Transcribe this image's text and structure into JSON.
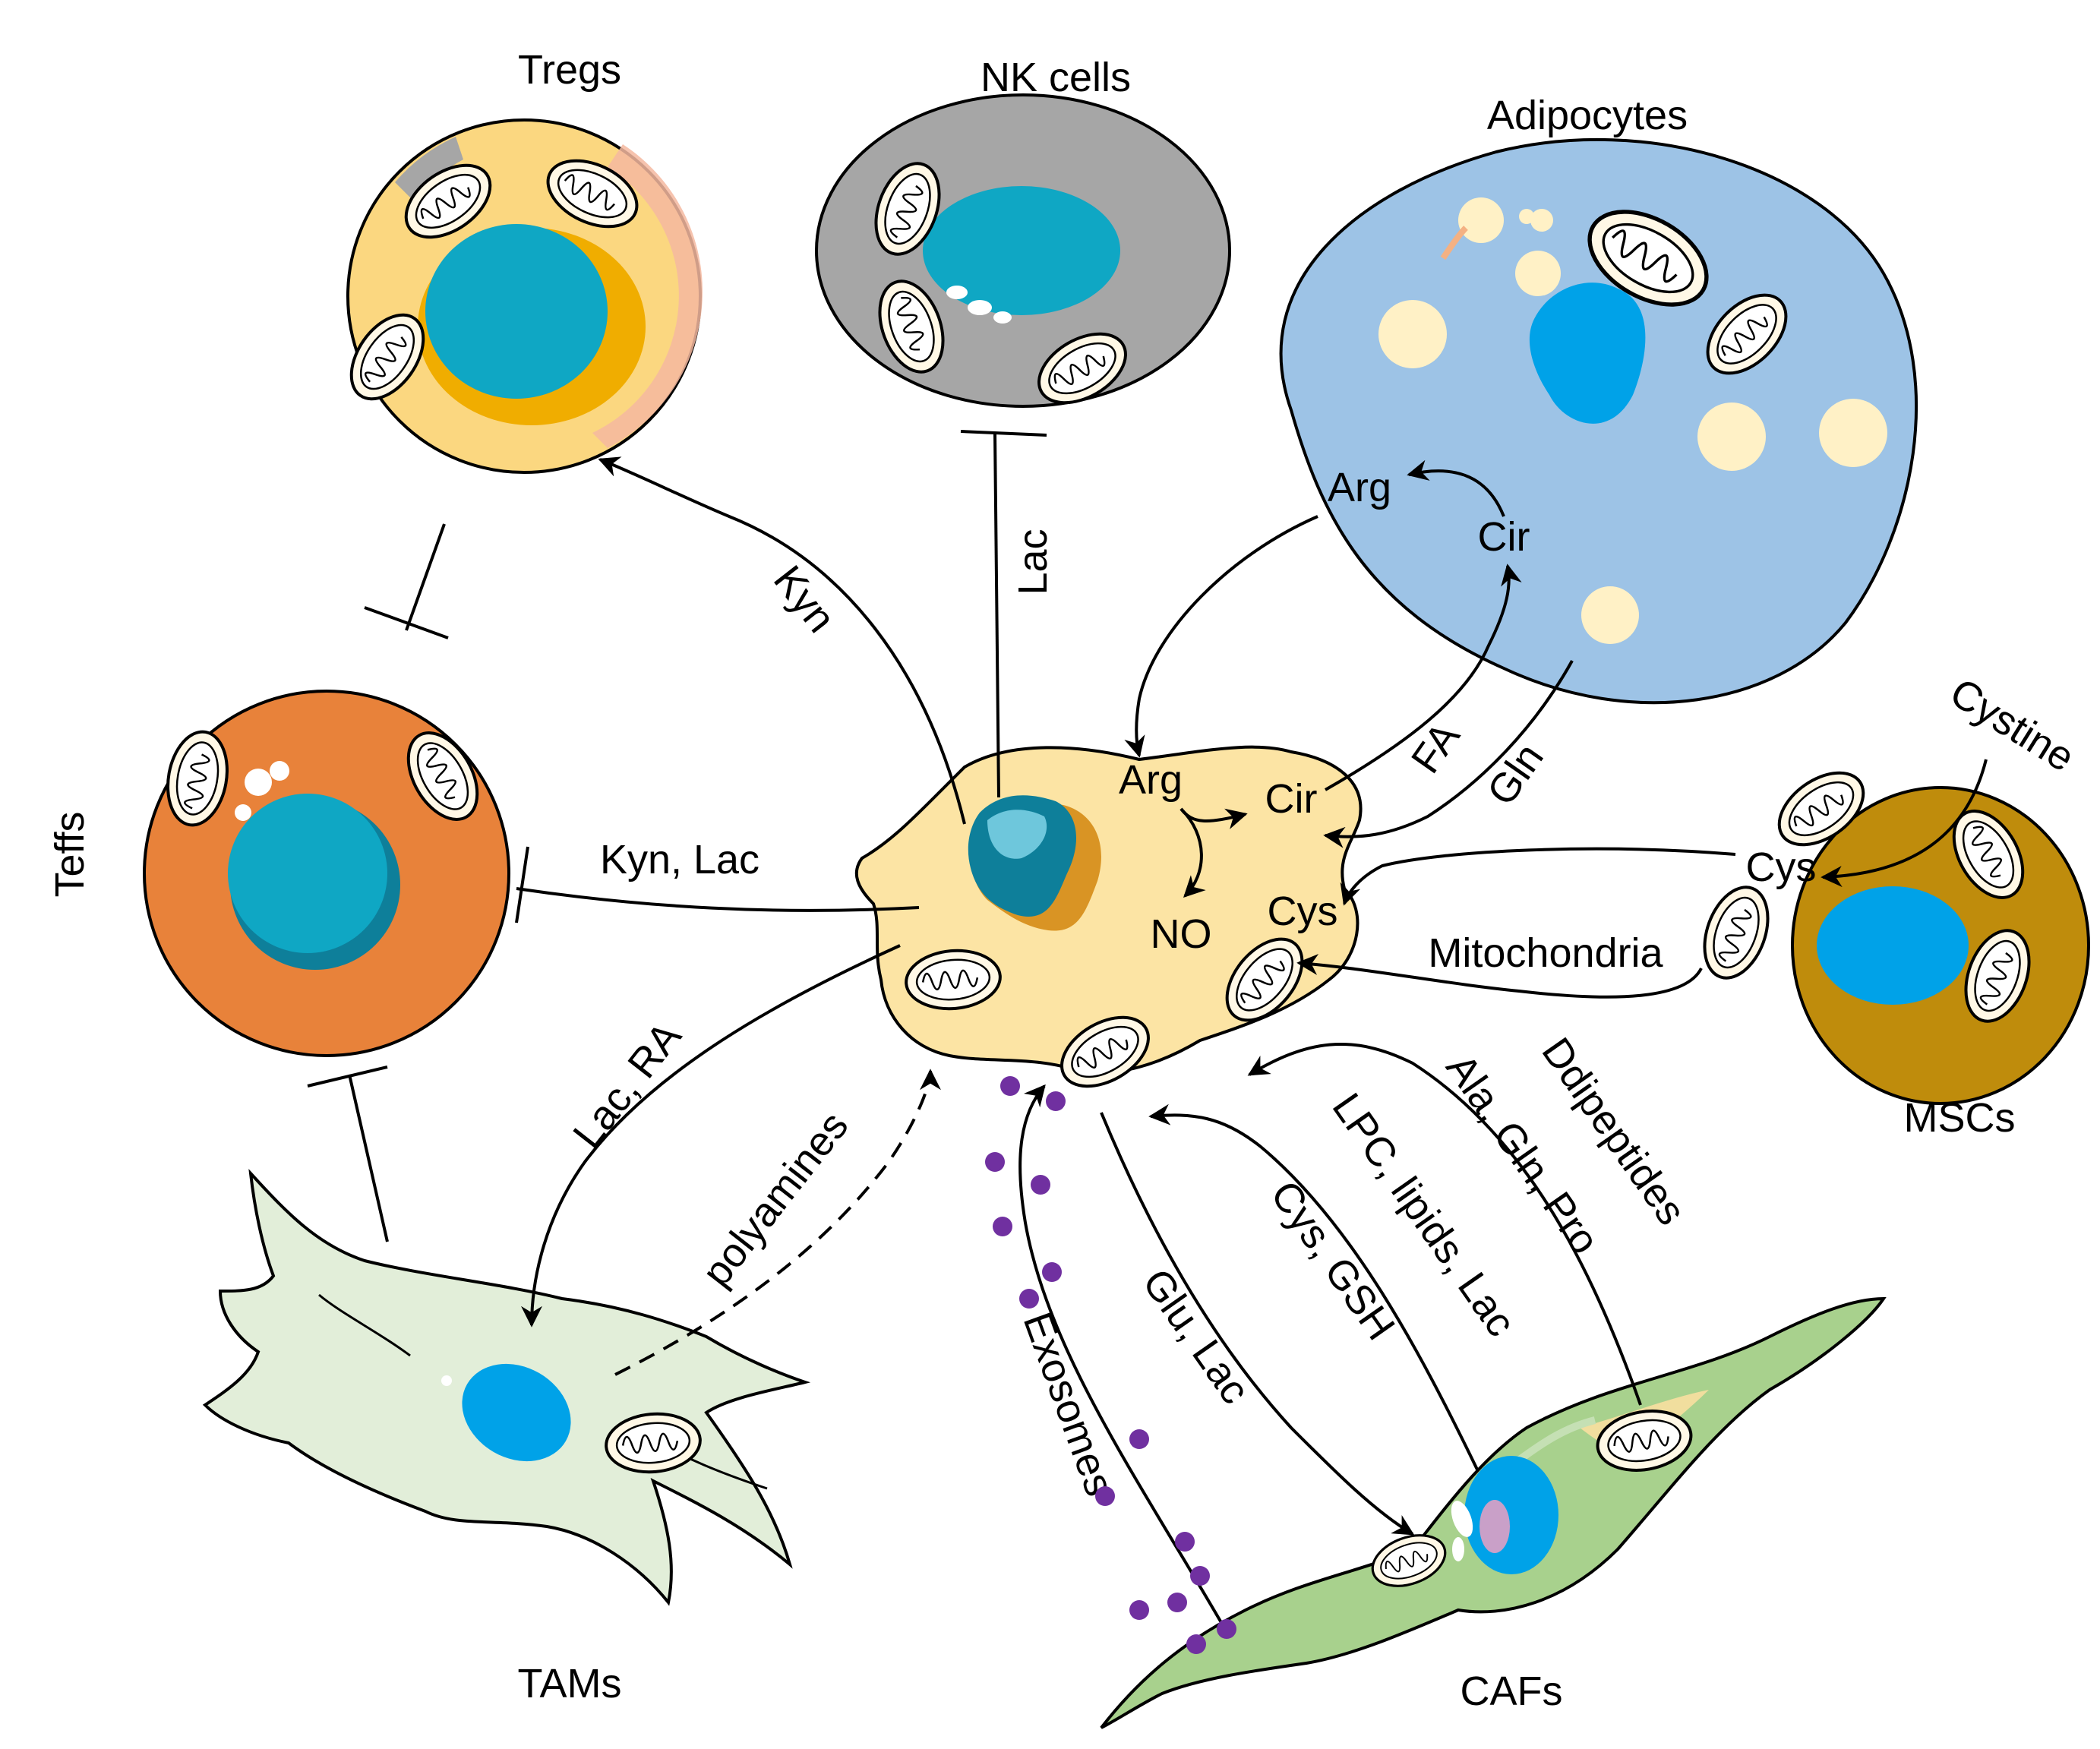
{
  "cells": {
    "tregs": "Tregs",
    "nk": "NK cells",
    "adipocytes": "Adipocytes",
    "tefs": "Teffs",
    "mscs": "MSCs",
    "tams": "TAMs",
    "cafs": "CAFs"
  },
  "edges": {
    "kyn": "Kyn",
    "lac_nk": "Lac",
    "kyn_lac": "Kyn, Lac",
    "lac_ra": "Lac, RA",
    "polyamines": "polyamines",
    "exosomes": "Exosomes",
    "glu_lac": "Glu, Lac",
    "cys_gsh": "Cys, GSH",
    "lpc": "LPC, lipids, Lac",
    "ala": "Ala, Gln, Pro",
    "ddipeptides": "Ddipeptides",
    "fa": "FA",
    "gln": "Gln",
    "mitochondria": "Mitochondria",
    "cystine": "Cystine"
  },
  "tumor": {
    "arg": "Arg",
    "cir": "Cir",
    "no": "NO",
    "cys": "Cys"
  },
  "adipocyte_inner": {
    "arg": "Arg",
    "cir": "Cir"
  },
  "msc_inner": {
    "cys": "Cys"
  },
  "colors": {
    "tumor": "#fce4a4",
    "tregs": "#fbd780",
    "nk": "#a6a6a6",
    "adipocyte": "#9dc3e6",
    "teffs": "#e8823a",
    "mscs": "#bf8c0c",
    "tams": "#e2eed9",
    "cafs": "#a8d18d",
    "nucleus": "#0fa7c4",
    "nucleus_blue": "#00a2e8",
    "exosome": "#7030a0"
  }
}
